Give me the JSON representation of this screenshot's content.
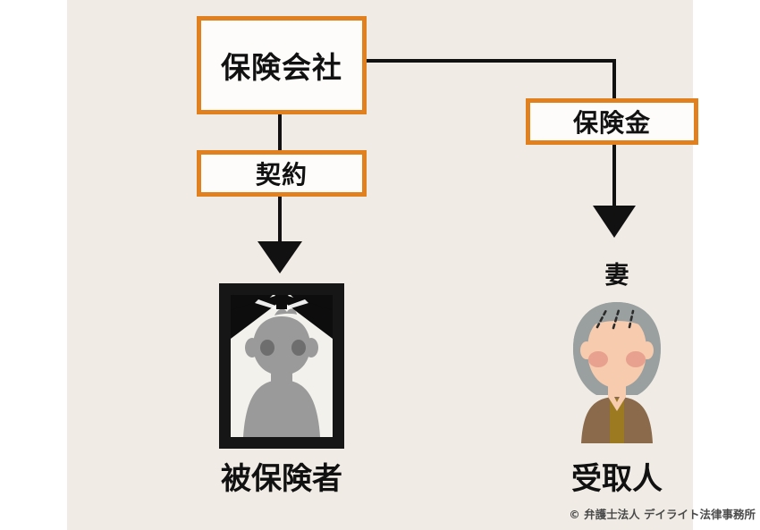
{
  "canvas": {
    "background_color": "#f0ece5",
    "page_background": "#ffffff"
  },
  "colors": {
    "accent_orange": "#e0801f",
    "line_black": "#111111",
    "box_fill": "#fdfcfa",
    "portrait_frame": "#1a1a1a",
    "portrait_silhouette": "#9a9a9a",
    "hair_gray": "#9aa0a0",
    "skin": "#f5c7ab",
    "cheek": "#e8a08f",
    "clothing_brown": "#8a6a4a",
    "clothing_inner": "#9c7a22"
  },
  "boxes": [
    {
      "id": "insurer",
      "label": "保険会社"
    },
    {
      "id": "contract",
      "label": "契約"
    },
    {
      "id": "payout",
      "label": "保険金"
    }
  ],
  "figures": [
    {
      "id": "insured",
      "label": "被保険者",
      "icon": "memorial-portrait-icon"
    },
    {
      "id": "beneficiary",
      "label": "受取人",
      "relation": "妻",
      "icon": "elderly-woman-icon"
    }
  ],
  "footer": {
    "copyright": "© 弁護士法人 デイライト法律事務所"
  },
  "connectors": [
    {
      "id": "insurer-to-contract",
      "type": "line"
    },
    {
      "id": "contract-to-insured",
      "type": "arrow-down"
    },
    {
      "id": "insurer-to-payout",
      "type": "elbow-right-down"
    },
    {
      "id": "payout-to-wife",
      "type": "arrow-down"
    }
  ]
}
